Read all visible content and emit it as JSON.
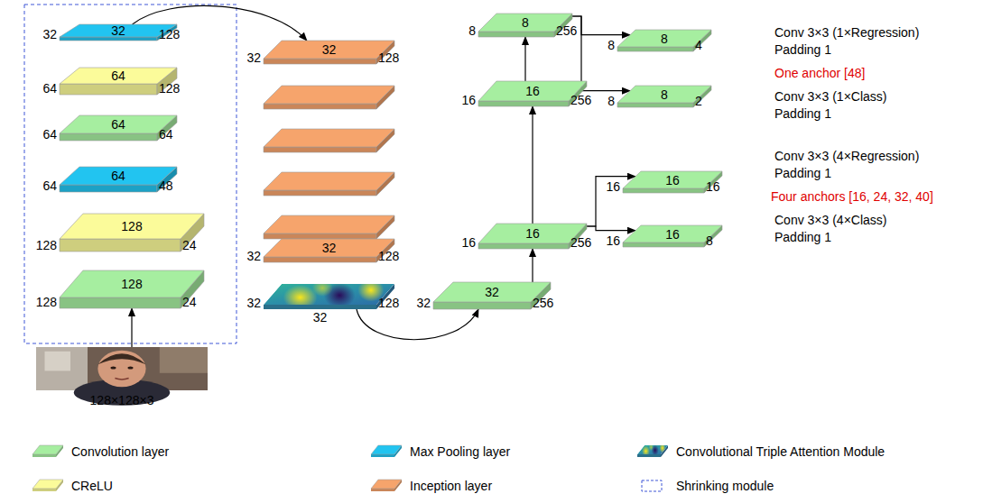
{
  "diagram": {
    "nodes": [
      {
        "text": [
          "32",
          "32",
          "128"
        ]
      },
      {
        "text": [
          "64",
          "64",
          "128"
        ]
      },
      {
        "text": [
          "64",
          "64",
          "64"
        ]
      },
      {
        "text": [
          "64",
          "64",
          "48"
        ]
      },
      {
        "text": [
          "128",
          "128",
          "24"
        ]
      },
      {
        "text": [
          "128",
          "128",
          "24"
        ]
      },
      {
        "text": [
          "128×128×3"
        ]
      },
      {
        "text": [
          "32",
          "32",
          "128"
        ]
      },
      {
        "text": [
          "32",
          "32",
          "128"
        ]
      },
      {
        "text": [
          "32",
          "128",
          "32"
        ]
      },
      {
        "text": [
          "8",
          "8",
          "256"
        ]
      },
      {
        "text": [
          "16",
          "16",
          "256"
        ]
      },
      {
        "text": [
          "16",
          "16",
          "256"
        ]
      },
      {
        "text": [
          "32",
          "32",
          "256"
        ]
      },
      {
        "text": [
          "8",
          "8",
          "4"
        ]
      },
      {
        "text": [
          "8",
          "8",
          "2"
        ]
      },
      {
        "text": [
          "16",
          "16",
          "16"
        ]
      },
      {
        "text": [
          "16",
          "16",
          "8"
        ]
      }
    ],
    "edges": [
      {
        "from": 6,
        "to": 5,
        "arrow": "to"
      },
      {
        "from": 0,
        "to": 7,
        "arrow": "to"
      },
      {
        "from": 9,
        "to": 13,
        "arrow": "to"
      },
      {
        "from": 13,
        "to": 12,
        "arrow": "to"
      },
      {
        "from": 12,
        "to": 11,
        "arrow": "to"
      },
      {
        "from": 11,
        "to": 10,
        "arrow": "to"
      },
      {
        "from": 10,
        "to": 14,
        "arrow": "to"
      },
      {
        "from": 10,
        "to": 15,
        "arrow": "to"
      },
      {
        "from": 12,
        "to": 16,
        "arrow": "to"
      },
      {
        "from": 12,
        "to": 17,
        "arrow": "to"
      }
    ],
    "labels": [
      "Conv 3×3 (1×Regression)",
      "Padding 1",
      "One anchor [48]",
      "Conv 3×3 (1×Class)",
      "Padding 1",
      "Conv 3×3 (4×Regression)",
      "Padding 1",
      "Four anchors [16, 24, 32, 40]",
      "Conv 3×3 (4×Class)",
      "Padding 1"
    ],
    "legend": [
      {
        "text": "Convolution layer",
        "color": "#a6eea0"
      },
      {
        "text": "Max Pooling layer",
        "color": "#22c4f0"
      },
      {
        "text": "Convolutional Triple Attention Module"
      },
      {
        "text": "CReLU",
        "color": "#fbfb9a"
      },
      {
        "text": "Inception layer",
        "color": "#f6a46c"
      },
      {
        "text": "Shrinking module"
      }
    ]
  }
}
